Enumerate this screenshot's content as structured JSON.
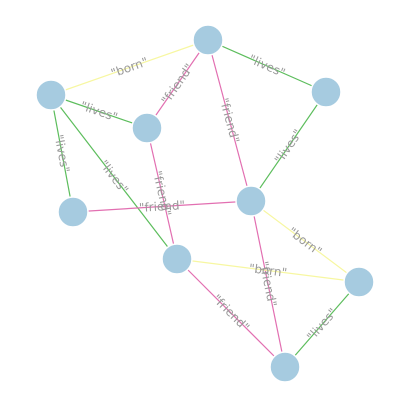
{
  "graph": {
    "colors": {
      "node_fill": "#a6cbe0",
      "edge_born": "#f7f7a1",
      "edge_friend": "#e26fb1",
      "edge_lives": "#5cbd5c",
      "label_text": "#999999"
    },
    "nodes": [
      {
        "id": "n1"
      },
      {
        "id": "n2"
      },
      {
        "id": "n3"
      },
      {
        "id": "n4"
      },
      {
        "id": "n5"
      },
      {
        "id": "n6"
      },
      {
        "id": "n7"
      },
      {
        "id": "n8"
      },
      {
        "id": "n9"
      },
      {
        "id": "n10"
      }
    ],
    "edges": [
      {
        "source": "n2",
        "target": "n1",
        "label": "\"born\"",
        "relation": "born"
      },
      {
        "source": "n1",
        "target": "n3",
        "label": "\"lives\"",
        "relation": "lives"
      },
      {
        "source": "n4",
        "target": "n1",
        "label": "\"friend\"",
        "relation": "friend"
      },
      {
        "source": "n1",
        "target": "n6",
        "label": "\"friend\"",
        "relation": "friend"
      },
      {
        "source": "n2",
        "target": "n4",
        "label": "\"lives\"",
        "relation": "lives"
      },
      {
        "source": "n2",
        "target": "n5",
        "label": "\"lives\"",
        "relation": "lives"
      },
      {
        "source": "n2",
        "target": "n7",
        "label": "\"lives\"",
        "relation": "lives"
      },
      {
        "source": "n6",
        "target": "n3",
        "label": "\"lives\"",
        "relation": "lives"
      },
      {
        "source": "n4",
        "target": "n7",
        "label": "\"friend\"",
        "relation": "friend"
      },
      {
        "source": "n5",
        "target": "n6",
        "label": "\"friend\"",
        "relation": "friend"
      },
      {
        "source": "n6",
        "target": "n8",
        "label": "\"born\"",
        "relation": "born"
      },
      {
        "source": "n6",
        "target": "n10",
        "label": "\"friend\"",
        "relation": "friend"
      },
      {
        "source": "n7",
        "target": "n8",
        "label": "\"born\"",
        "relation": "born"
      },
      {
        "source": "n7",
        "target": "n10",
        "label": "\"friend\"",
        "relation": "friend"
      },
      {
        "source": "n10",
        "target": "n8",
        "label": "\"lives\"",
        "relation": "lives"
      }
    ]
  }
}
